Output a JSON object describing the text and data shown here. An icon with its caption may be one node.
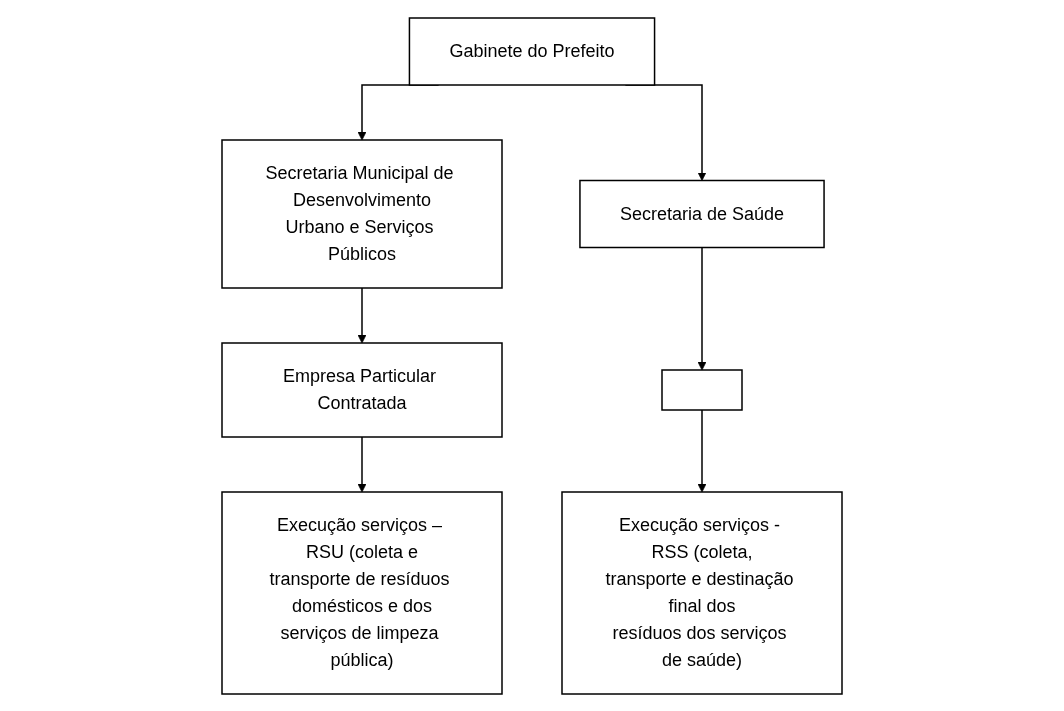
{
  "diagram": {
    "nodes": [
      {
        "text": [
          "Gabinete do Prefeito"
        ]
      },
      {
        "text": [
          "Secretaria Municipal de Desenvolvimento Urbano e Serviços Públicos"
        ]
      },
      {
        "text": [
          "Secretaria de Saúde"
        ]
      },
      {
        "text": [
          "Empresa Particular Contratada"
        ]
      },
      {
        "text": [],
        "shape": "box"
      },
      {
        "text": [
          "Execução serviços – RSU (coleta e transporte de resíduos domésticos e dos serviços de limpeza pública)"
        ]
      },
      {
        "text": [
          "Execução serviços - RSS (coleta, transporte e destinação final dos resíduos dos serviços de saúde)"
        ]
      }
    ],
    "edges": [
      {
        "from": 0,
        "to": 1,
        "arrow": "to"
      },
      {
        "from": 0,
        "to": 2,
        "arrow": "to"
      },
      {
        "from": 1,
        "to": 3,
        "arrow": "to"
      },
      {
        "from": 3,
        "to": 5,
        "arrow": "to"
      },
      {
        "from": 2,
        "to": 4,
        "arrow": "to"
      },
      {
        "from": 4,
        "to": 6,
        "arrow": "to"
      }
    ]
  }
}
